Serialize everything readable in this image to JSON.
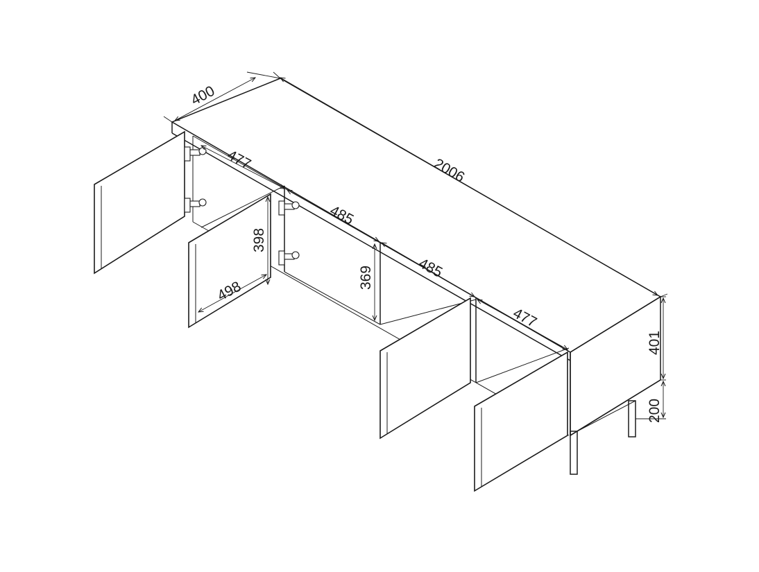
{
  "dimensions": {
    "depth": "400",
    "width": "2006",
    "door_outer_left": "477",
    "door_inner_left": "485",
    "door_inner_right": "485",
    "door_outer_right": "477",
    "cabinet_inner_height": "398",
    "shelf_height": "369",
    "door_width": "498",
    "body_height": "401",
    "leg_height": "200"
  },
  "colors": {
    "line": "#1a1a1a",
    "background": "#ffffff"
  }
}
